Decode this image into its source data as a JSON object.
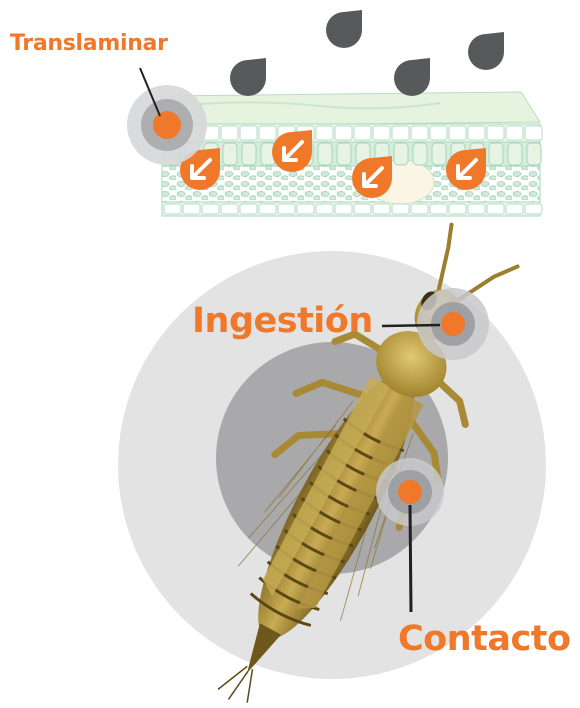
{
  "colors": {
    "accent": "#f0782a",
    "drop": "#58595b",
    "halo": "#d6d7d9",
    "halo_inner": "#a8a9ac",
    "leaf_light": "#e3f2de",
    "leaf_mid": "#bfe2c9",
    "leaf_dark": "#8fcdb3",
    "insect": "#b99a3e"
  },
  "labels": {
    "translaminar": "Translaminar",
    "ingestion": "Ingestión",
    "contacto": "Contacto"
  },
  "icons": {
    "drops": "water-drop-icon",
    "arrows": "penetration-arrow-icon",
    "markers": "target-dot-icon",
    "insect": "thrips-insect-icon"
  }
}
